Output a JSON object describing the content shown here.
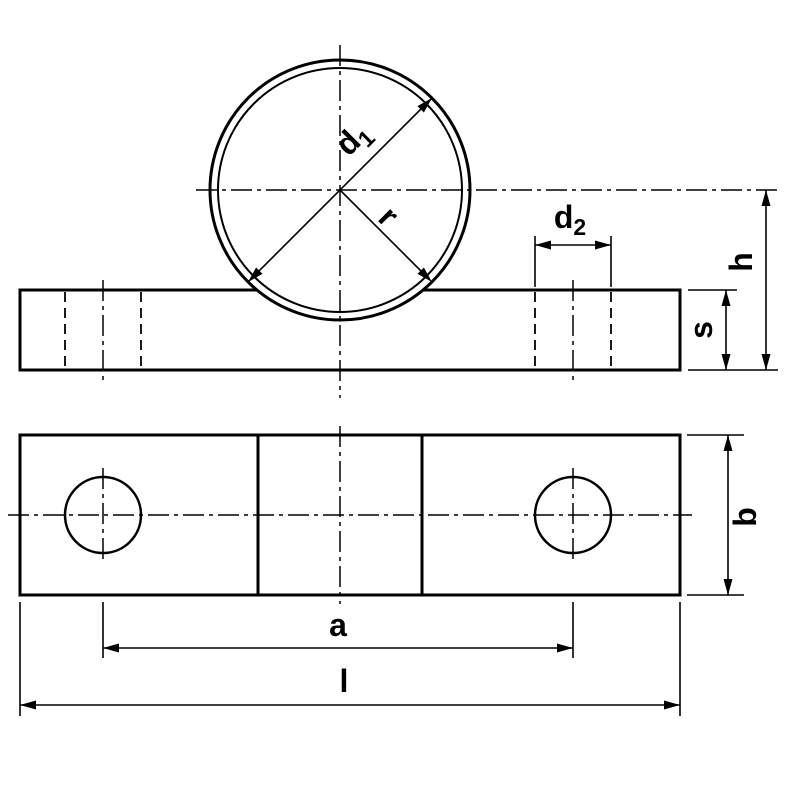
{
  "drawing": {
    "dimension_labels": {
      "d1_base": "d",
      "d1_sub": "1",
      "r": "r",
      "d2_base": "d",
      "d2_sub": "2",
      "h": "h",
      "s": "s",
      "b": "b",
      "a": "a",
      "l": "l"
    },
    "colors": {
      "line": "#000000",
      "background": "#ffffff"
    }
  }
}
